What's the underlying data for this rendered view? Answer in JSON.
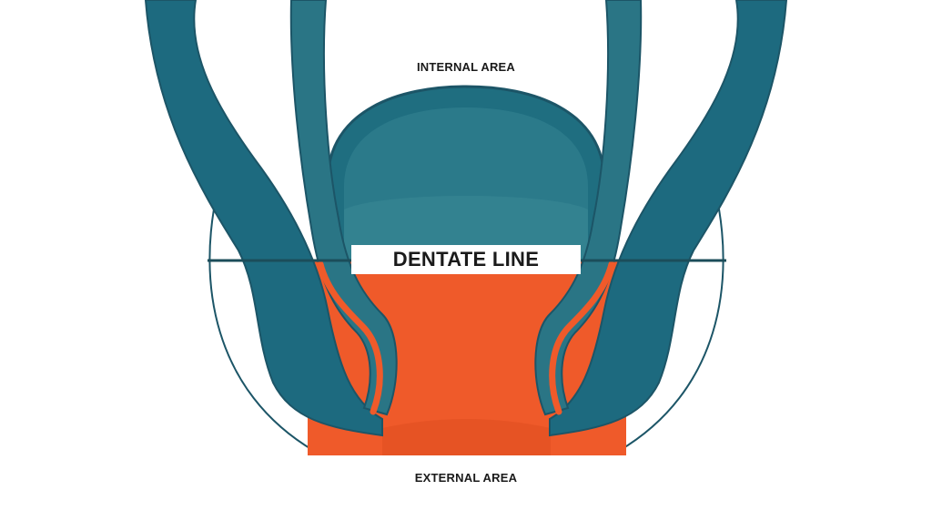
{
  "labels": {
    "internal": "INTERNAL AREA",
    "dentate": "DENTATE LINE",
    "external": "EXTERNAL AREA"
  },
  "colors": {
    "teal_dark": "#1d6a7f",
    "teal": "#2a7585",
    "teal_light": "#3b8a98",
    "orange": "#ef5a2a",
    "outline": "#1c5567",
    "line": "#1b4d5a"
  }
}
